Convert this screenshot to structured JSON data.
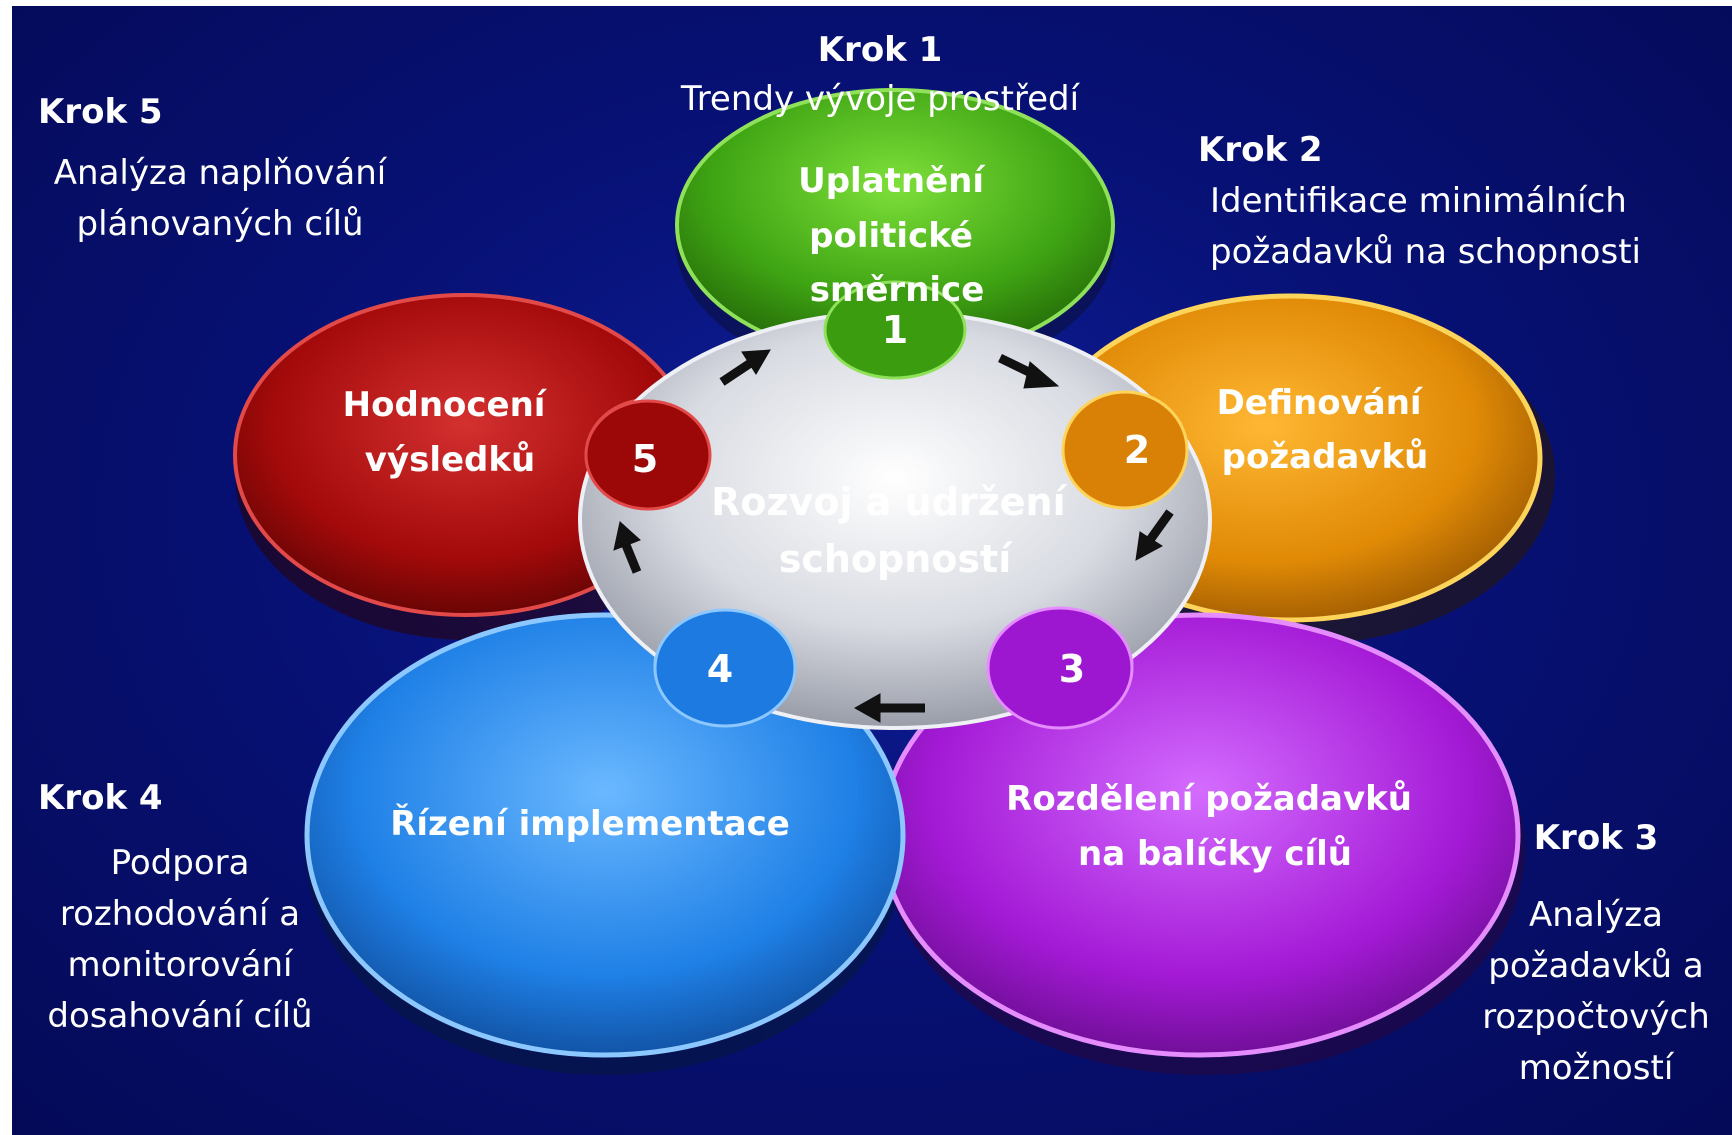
{
  "center": {
    "line1": "Rozvoj a udržení",
    "line2": "schopností"
  },
  "petals": [
    {
      "number": "1",
      "lines": [
        "Uplatnění",
        "politické",
        "směrnice"
      ],
      "color": "#3fa413"
    },
    {
      "number": "2",
      "lines": [
        "Definování",
        "požadavků"
      ],
      "color": "#e08a06"
    },
    {
      "number": "3",
      "lines": [
        "Rozdělení požadavků",
        "na balíčky cílů"
      ],
      "color": "#a41ad6"
    },
    {
      "number": "4",
      "lines": [
        "Řízení implementace"
      ],
      "color": "#1f80e6"
    },
    {
      "number": "5",
      "lines": [
        "Hodnocení",
        "výsledků"
      ],
      "color": "#a40a0a"
    }
  ],
  "steps": [
    {
      "title": "Krok 1",
      "desc": [
        "Trendy vývoje prostředí"
      ]
    },
    {
      "title": "Krok 2",
      "desc": [
        "Identifikace minimálních",
        "požadavků na schopnosti"
      ]
    },
    {
      "title": "Krok 3",
      "desc": [
        "Analýza",
        "požadavků a",
        "rozpočtových",
        "možností"
      ]
    },
    {
      "title": "Krok 4",
      "desc": [
        "Podpora",
        "rozhodování a",
        "monitorování",
        "dosahování cílů"
      ]
    },
    {
      "title": "Krok 5",
      "desc": [
        "Analýza naplňování",
        "plánovaných cílů"
      ]
    }
  ]
}
